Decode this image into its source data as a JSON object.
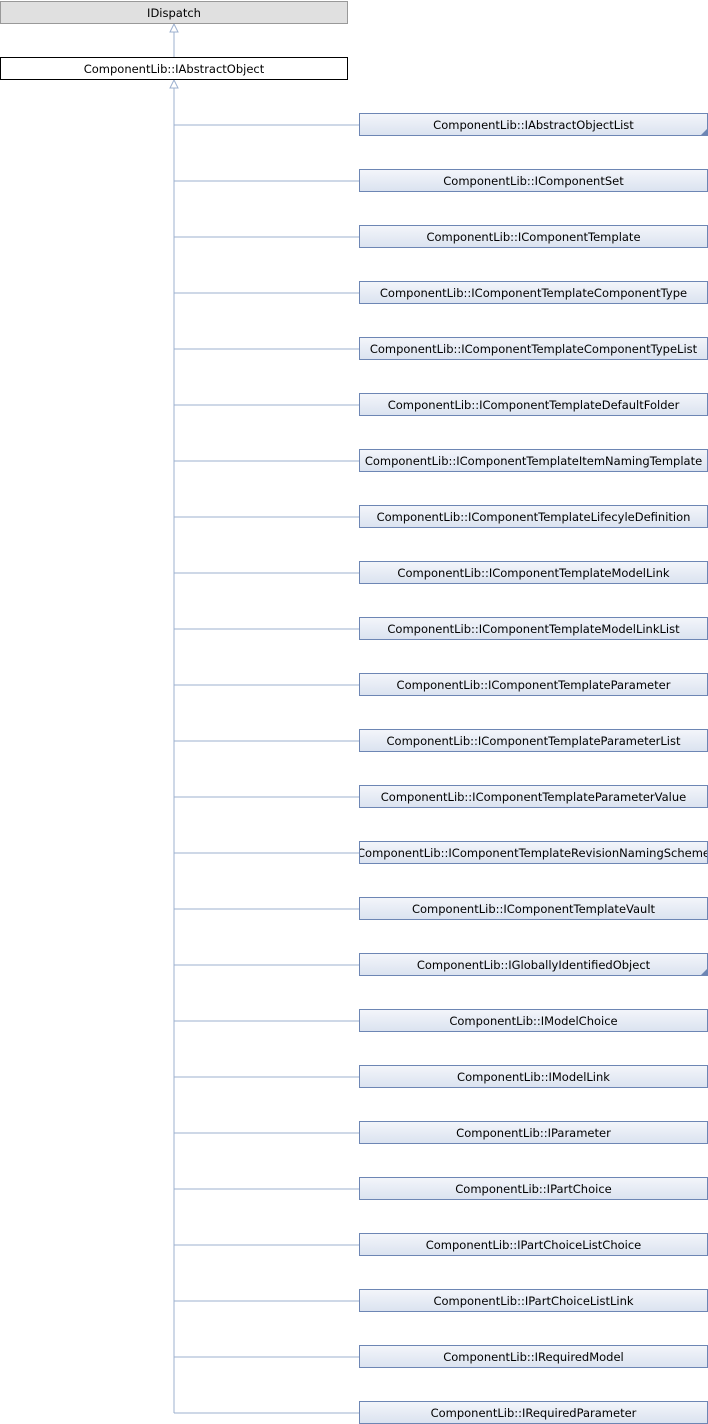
{
  "base": {
    "label": "IDispatch"
  },
  "current": {
    "label": "ComponentLib::IAbstractObject"
  },
  "children": [
    {
      "label": "ComponentLib::IAbstractObjectList",
      "expandable": true
    },
    {
      "label": "ComponentLib::IComponentSet",
      "expandable": false
    },
    {
      "label": "ComponentLib::IComponentTemplate",
      "expandable": false
    },
    {
      "label": "ComponentLib::IComponentTemplateComponentType",
      "expandable": false
    },
    {
      "label": "ComponentLib::IComponentTemplateComponentTypeList",
      "expandable": false
    },
    {
      "label": "ComponentLib::IComponentTemplateDefaultFolder",
      "expandable": false
    },
    {
      "label": "ComponentLib::IComponentTemplateItemNamingTemplate",
      "expandable": false
    },
    {
      "label": "ComponentLib::IComponentTemplateLifecyleDefinition",
      "expandable": false
    },
    {
      "label": "ComponentLib::IComponentTemplateModelLink",
      "expandable": false
    },
    {
      "label": "ComponentLib::IComponentTemplateModelLinkList",
      "expandable": false
    },
    {
      "label": "ComponentLib::IComponentTemplateParameter",
      "expandable": false
    },
    {
      "label": "ComponentLib::IComponentTemplateParameterList",
      "expandable": false
    },
    {
      "label": "ComponentLib::IComponentTemplateParameterValue",
      "expandable": false
    },
    {
      "label": "ComponentLib::IComponentTemplateRevisionNamingScheme",
      "expandable": false
    },
    {
      "label": "ComponentLib::IComponentTemplateVault",
      "expandable": false
    },
    {
      "label": "ComponentLib::IGloballyIdentifiedObject",
      "expandable": true
    },
    {
      "label": "ComponentLib::IModelChoice",
      "expandable": false
    },
    {
      "label": "ComponentLib::IModelLink",
      "expandable": false
    },
    {
      "label": "ComponentLib::IParameter",
      "expandable": false
    },
    {
      "label": "ComponentLib::IPartChoice",
      "expandable": false
    },
    {
      "label": "ComponentLib::IPartChoiceListChoice",
      "expandable": false
    },
    {
      "label": "ComponentLib::IPartChoiceListLink",
      "expandable": false
    },
    {
      "label": "ComponentLib::IRequiredModel",
      "expandable": false
    },
    {
      "label": "ComponentLib::IRequiredParameter",
      "expandable": false
    }
  ],
  "colors": {
    "edge": "#9cb0cf",
    "child_border": "#6d86b4",
    "base_fill": "#e0e0e0"
  }
}
